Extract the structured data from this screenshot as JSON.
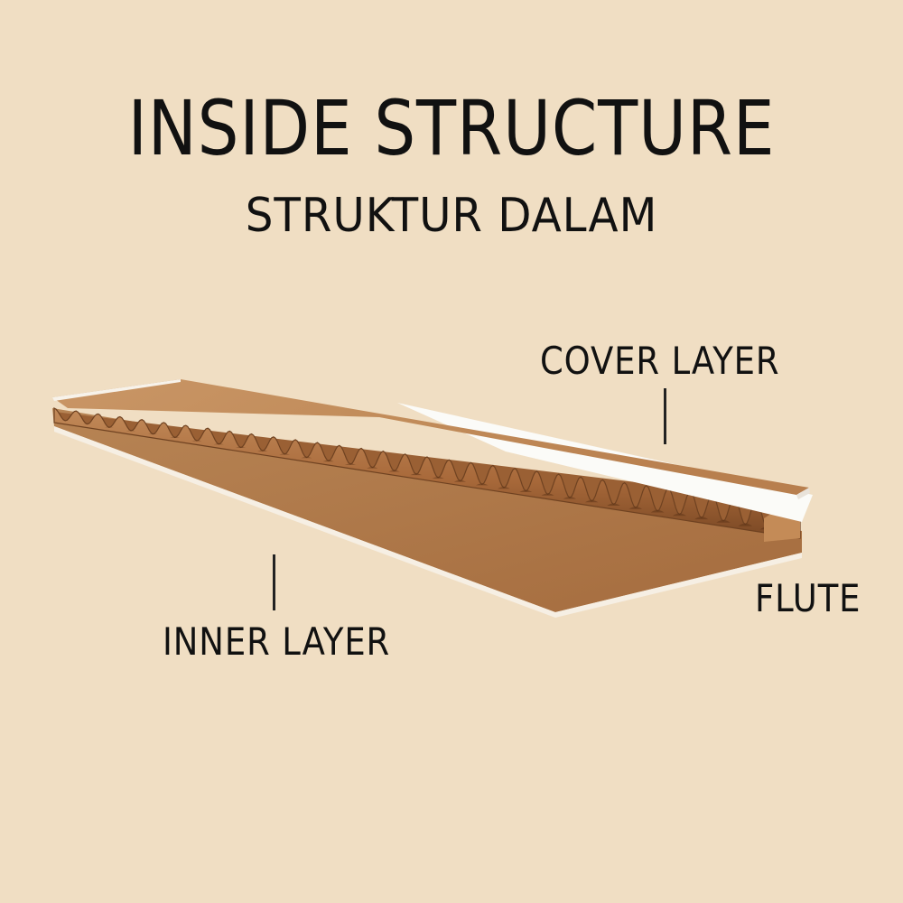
{
  "title": "INSIDE STRUCTURE",
  "subtitle": "STRUKTUR DALAM",
  "labels": {
    "cover_layer": "COVER LAYER",
    "inner_layer": "INNER LAYER",
    "flute": "FLUTE"
  },
  "colors": {
    "background": "#f0dec3",
    "cardboard_light": "#c99666",
    "cardboard_mid": "#b27546",
    "cardboard_dark": "#6f4221",
    "paper_white": "#ffffff",
    "text": "#111111"
  },
  "illustration": {
    "subject": "corrugated-cardboard-cross-section",
    "flute_count": 34
  }
}
